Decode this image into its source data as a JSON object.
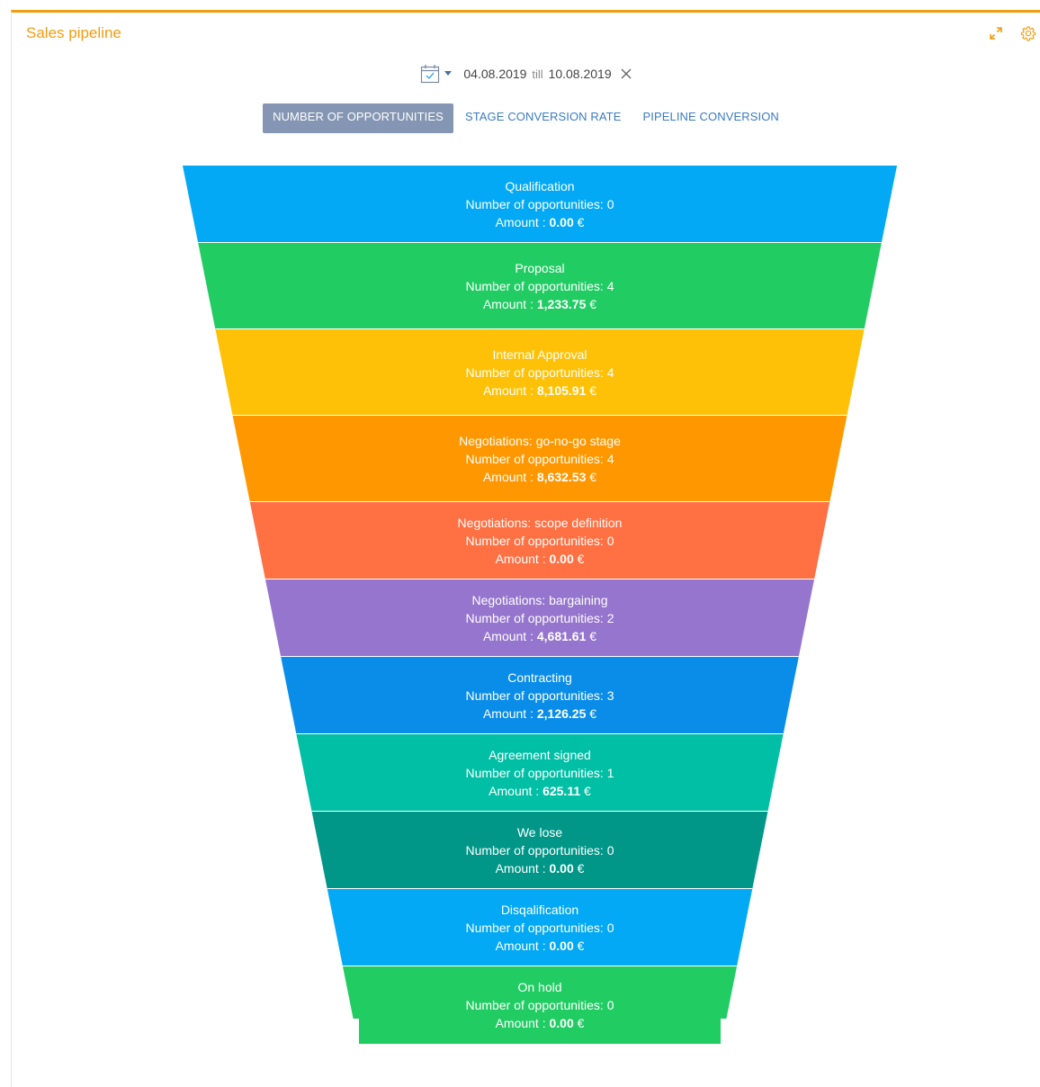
{
  "widget": {
    "title": "Sales pipeline"
  },
  "toolbar": {
    "expand_icon": "expand-icon",
    "settings_icon": "gear-icon",
    "accent_color": "#f39c12"
  },
  "filter": {
    "date_from": "04.08.2019",
    "separator": "till",
    "date_to": "10.08.2019",
    "calendar_icon": "calendar-icon",
    "clear_icon": "close-icon"
  },
  "tabs": [
    {
      "label": "NUMBER OF OPPORTUNITIES",
      "active": true
    },
    {
      "label": "STAGE CONVERSION RATE",
      "active": false
    },
    {
      "label": "PIPELINE CONVERSION",
      "active": false
    }
  ],
  "chart_data": {
    "type": "funnel",
    "count_label": "Number of opportunities: ",
    "amount_label": "Amount : ",
    "currency": "€",
    "stages": [
      {
        "name": "Qualification",
        "count": 0,
        "amount": "0.00",
        "color": "#03a9f4"
      },
      {
        "name": "Proposal",
        "count": 4,
        "amount": "1,233.75",
        "color": "#21cc63"
      },
      {
        "name": "Internal Approval",
        "count": 4,
        "amount": "8,105.91",
        "color": "#ffc107"
      },
      {
        "name": "Negotiations: go-no-go stage",
        "count": 4,
        "amount": "8,632.53",
        "color": "#ff9800"
      },
      {
        "name": "Negotiations: scope definition",
        "count": 0,
        "amount": "0.00",
        "color": "#ff7043"
      },
      {
        "name": "Negotiations: bargaining",
        "count": 2,
        "amount": "4,681.61",
        "color": "#9575cd"
      },
      {
        "name": "Contracting",
        "count": 3,
        "amount": "2,126.25",
        "color": "#0a8de8"
      },
      {
        "name": "Agreement signed",
        "count": 1,
        "amount": "625.11",
        "color": "#00bfa5"
      },
      {
        "name": "We lose",
        "count": 0,
        "amount": "0.00",
        "color": "#009688"
      },
      {
        "name": "Disqalification",
        "count": 0,
        "amount": "0.00",
        "color": "#03a9f4"
      },
      {
        "name": "On hold",
        "count": 0,
        "amount": "0.00",
        "color": "#21cc63"
      }
    ]
  }
}
